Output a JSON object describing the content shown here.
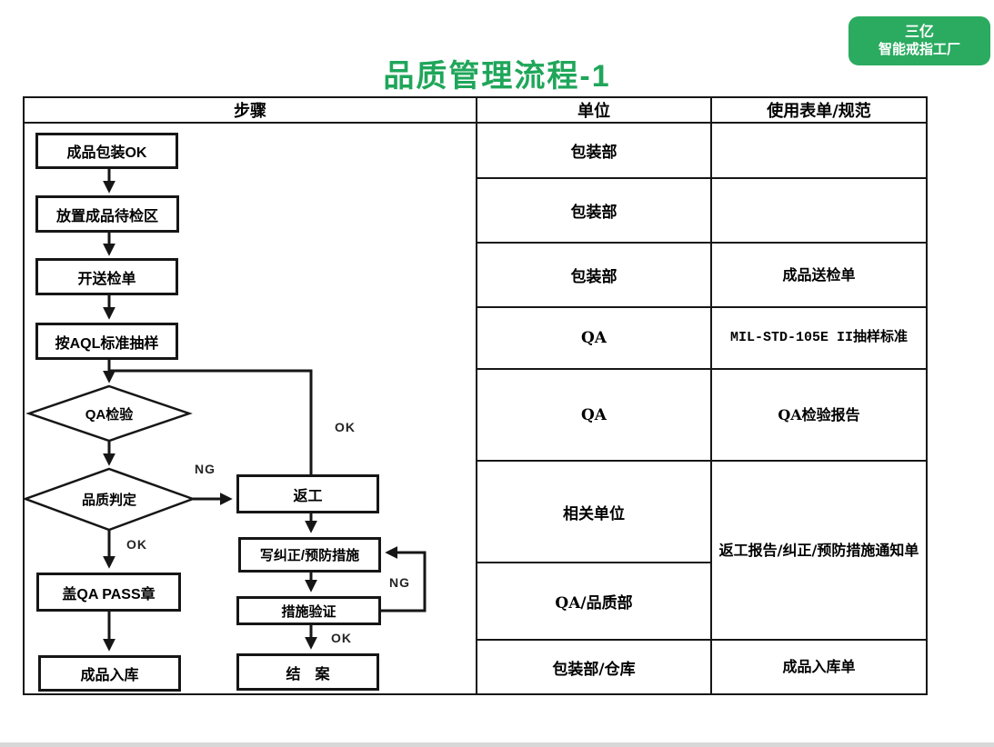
{
  "page": {
    "title": "品质管理流程-1"
  },
  "badge": {
    "line1": "三亿",
    "line2": "智能戒指工厂"
  },
  "colors": {
    "accent_green": "#1FA65A",
    "badge_green": "#2BAB60",
    "line_black": "#161616",
    "page_edge_gray": "#d8d8d8"
  },
  "table": {
    "headers": [
      "步骤",
      "单位",
      "使用表单/规范"
    ],
    "rows": [
      {
        "unit": "包装部",
        "form": ""
      },
      {
        "unit": "包装部",
        "form": ""
      },
      {
        "unit": "包装部",
        "form": "成品送检单"
      },
      {
        "unit": "QA",
        "form": "MIL-STD-105E II抽样标准"
      },
      {
        "unit": "QA",
        "form": "QA检验报告"
      },
      {
        "unit": "相关单位",
        "form": "返工报告/纠正/预防措施通知单"
      },
      {
        "unit": "QA/品质部"
      },
      {
        "unit": "包装部/仓库",
        "form": "成品入库单"
      }
    ]
  },
  "flowchart": {
    "nodes": {
      "pack_ok": {
        "label": "成品包装OK"
      },
      "staging": {
        "label": "放置成品待检区"
      },
      "slip": {
        "label": "开送检单"
      },
      "aql": {
        "label": "按AQL标准抽样"
      },
      "qa_check": {
        "label": "QA检验"
      },
      "judge": {
        "label": "品质判定"
      },
      "rework": {
        "label": "返工"
      },
      "capa": {
        "label": "写纠正/预防措施"
      },
      "verify": {
        "label": "措施验证"
      },
      "pass_stamp": {
        "label": "盖QA PASS章"
      },
      "warehouse": {
        "label": "成品入库"
      },
      "close_case": {
        "label": "结　案"
      }
    },
    "edge_labels": {
      "ok_branch": "OK",
      "ng_judge": "NG",
      "ok_judge": "OK",
      "ng_verify": "NG",
      "ok_verify": "OK"
    }
  }
}
